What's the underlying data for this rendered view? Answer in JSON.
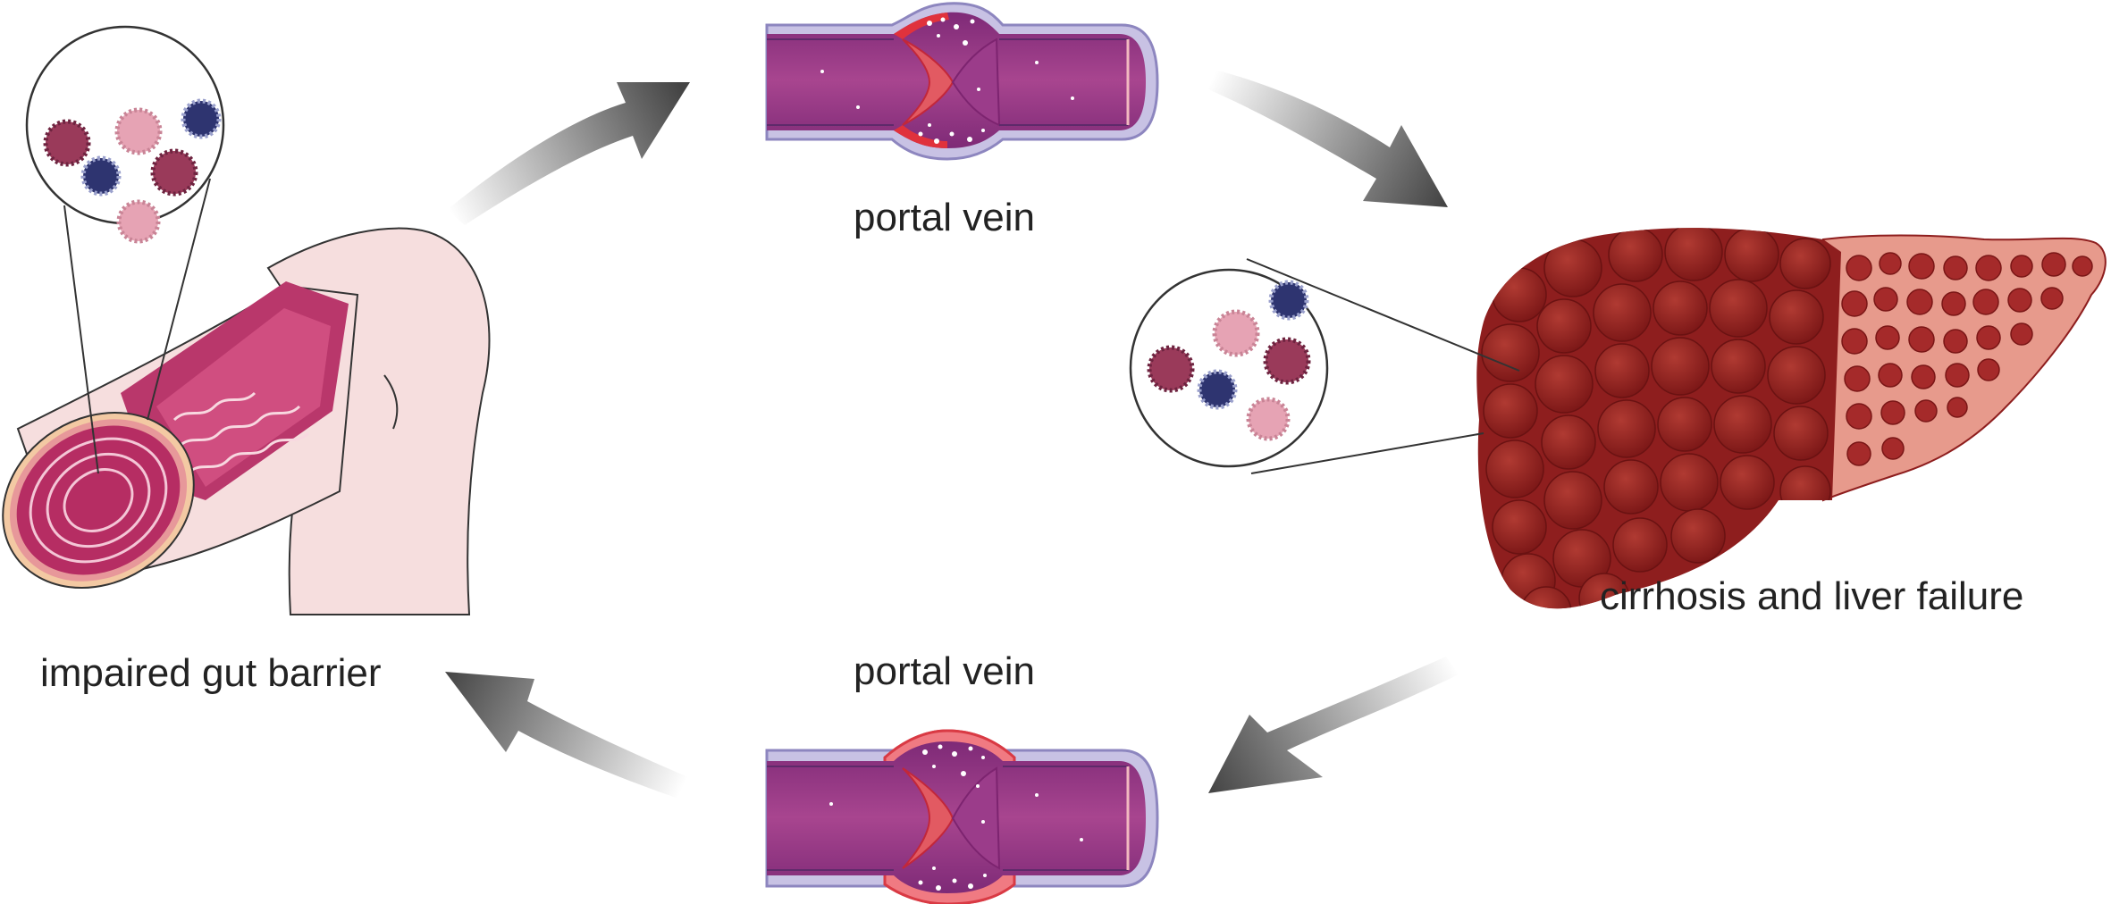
{
  "labels": {
    "portal_vein_top": "portal vein",
    "portal_vein_bottom": "portal vein",
    "gut": "impaired gut barrier",
    "liver": "cirrhosis and liver failure"
  },
  "colors": {
    "vessel_fill": "#a23a86",
    "vessel_wall": "#b9b3dc",
    "inflammation": "#e0323c",
    "liver_dark": "#8e1e1e",
    "liver_cut": "#e79a8c",
    "gut_outer": "#f6dede",
    "gut_inner": "#b62d63",
    "microbe_pink": "#e6a3b4",
    "microbe_maroon": "#9a3a5a",
    "microbe_navy": "#2e3470",
    "arrow_dark": "#4a4a4a",
    "arrow_light": "#e8e8e8"
  },
  "icons": {
    "gut": "intestine-icon",
    "vein": "vein-icon",
    "liver": "liver-icon",
    "microbes": "bacteria-icon",
    "arrow": "arrow-icon"
  }
}
